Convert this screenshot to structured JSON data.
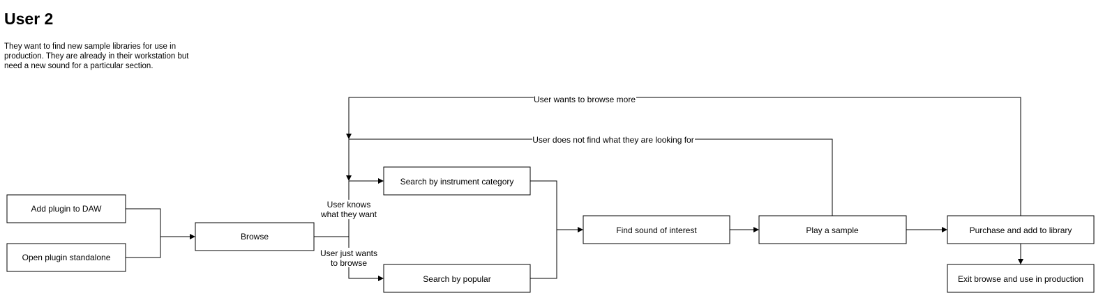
{
  "title": "User 2",
  "description": "They want to find new sample libraries for use in production.  They are already in their workstation but need a new sound for a particular section.",
  "nodes": {
    "add_plugin": "Add plugin to DAW",
    "open_standalone": "Open plugin standalone",
    "browse": "Browse",
    "search_instrument": "Search by instrument category",
    "search_popular": "Search by popular",
    "find_sound": "Find sound of interest",
    "play_sample": "Play a sample",
    "purchase": "Purchase and add to library",
    "exit_browse": "Exit browse and use in production"
  },
  "edge_labels": {
    "browse_more": "User wants to browse more",
    "not_found": "User does not find what they are looking for",
    "knows_line1": "User knows",
    "knows_line2": "what they want",
    "just_browse_line1": "User just wants",
    "just_browse_line2": "to browse"
  }
}
